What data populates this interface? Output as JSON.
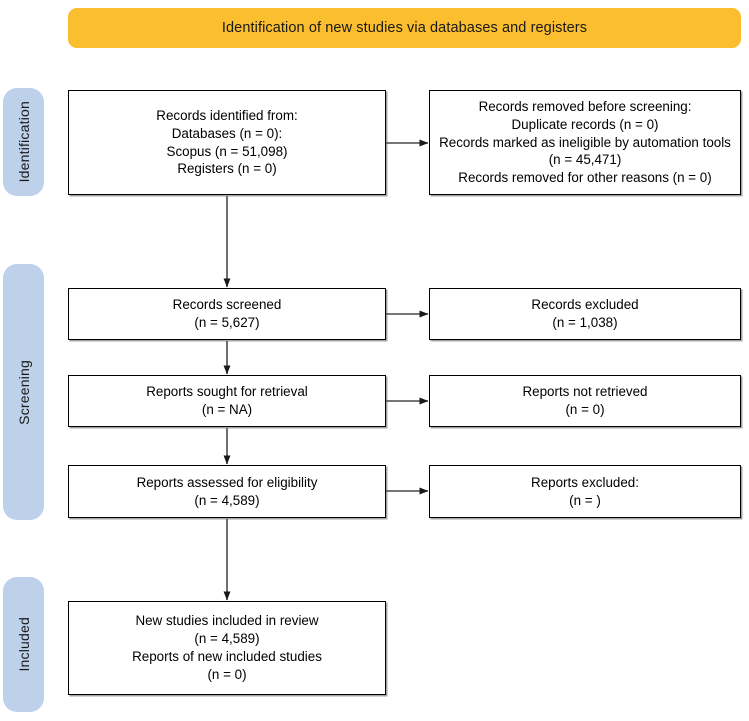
{
  "diagram": {
    "type": "prisma-flow-diagram",
    "banner": {
      "label": "Identification of new studies via databases and registers",
      "color": "#fbbe2e"
    },
    "stages": [
      {
        "id": "identification",
        "label": "Identification",
        "color": "#bdd1ea"
      },
      {
        "id": "screening",
        "label": "Screening",
        "color": "#bdd1ea"
      },
      {
        "id": "included",
        "label": "Included",
        "color": "#bdd1ea"
      }
    ],
    "boxes": {
      "identified": "Records identified from:\nDatabases (n = 0):\nScopus (n = 51,098)\nRegisters (n = 0)",
      "removed": "Records removed before screening:\nDuplicate records (n = 0)\nRecords marked as ineligible by automation tools (n = 45,471)\nRecords removed for other reasons (n = 0)",
      "screened": "Records screened\n(n = 5,627)",
      "excluded": "Records excluded\n(n = 1,038)",
      "sought": "Reports sought for retrieval\n(n = NA)",
      "not_retrieved": "Reports not retrieved\n(n = 0)",
      "assessed": "Reports assessed for eligibility\n(n = 4,589)",
      "reports_excluded": "Reports excluded:\n(n = )",
      "included": "New studies included in review\n(n = 4,589)\nReports of new included studies\n(n = 0)"
    },
    "counts": {
      "databases": "0",
      "scopus": "51,098",
      "registers": "0",
      "duplicate_records": "0",
      "ineligible_automation": "45,471",
      "removed_other": "0",
      "records_screened": "5,627",
      "records_excluded": "1,038",
      "reports_sought": "NA",
      "reports_not_retrieved": "0",
      "reports_assessed": "4,589",
      "reports_excluded": "",
      "new_studies_included": "4,589",
      "reports_of_new_included": "0"
    }
  }
}
